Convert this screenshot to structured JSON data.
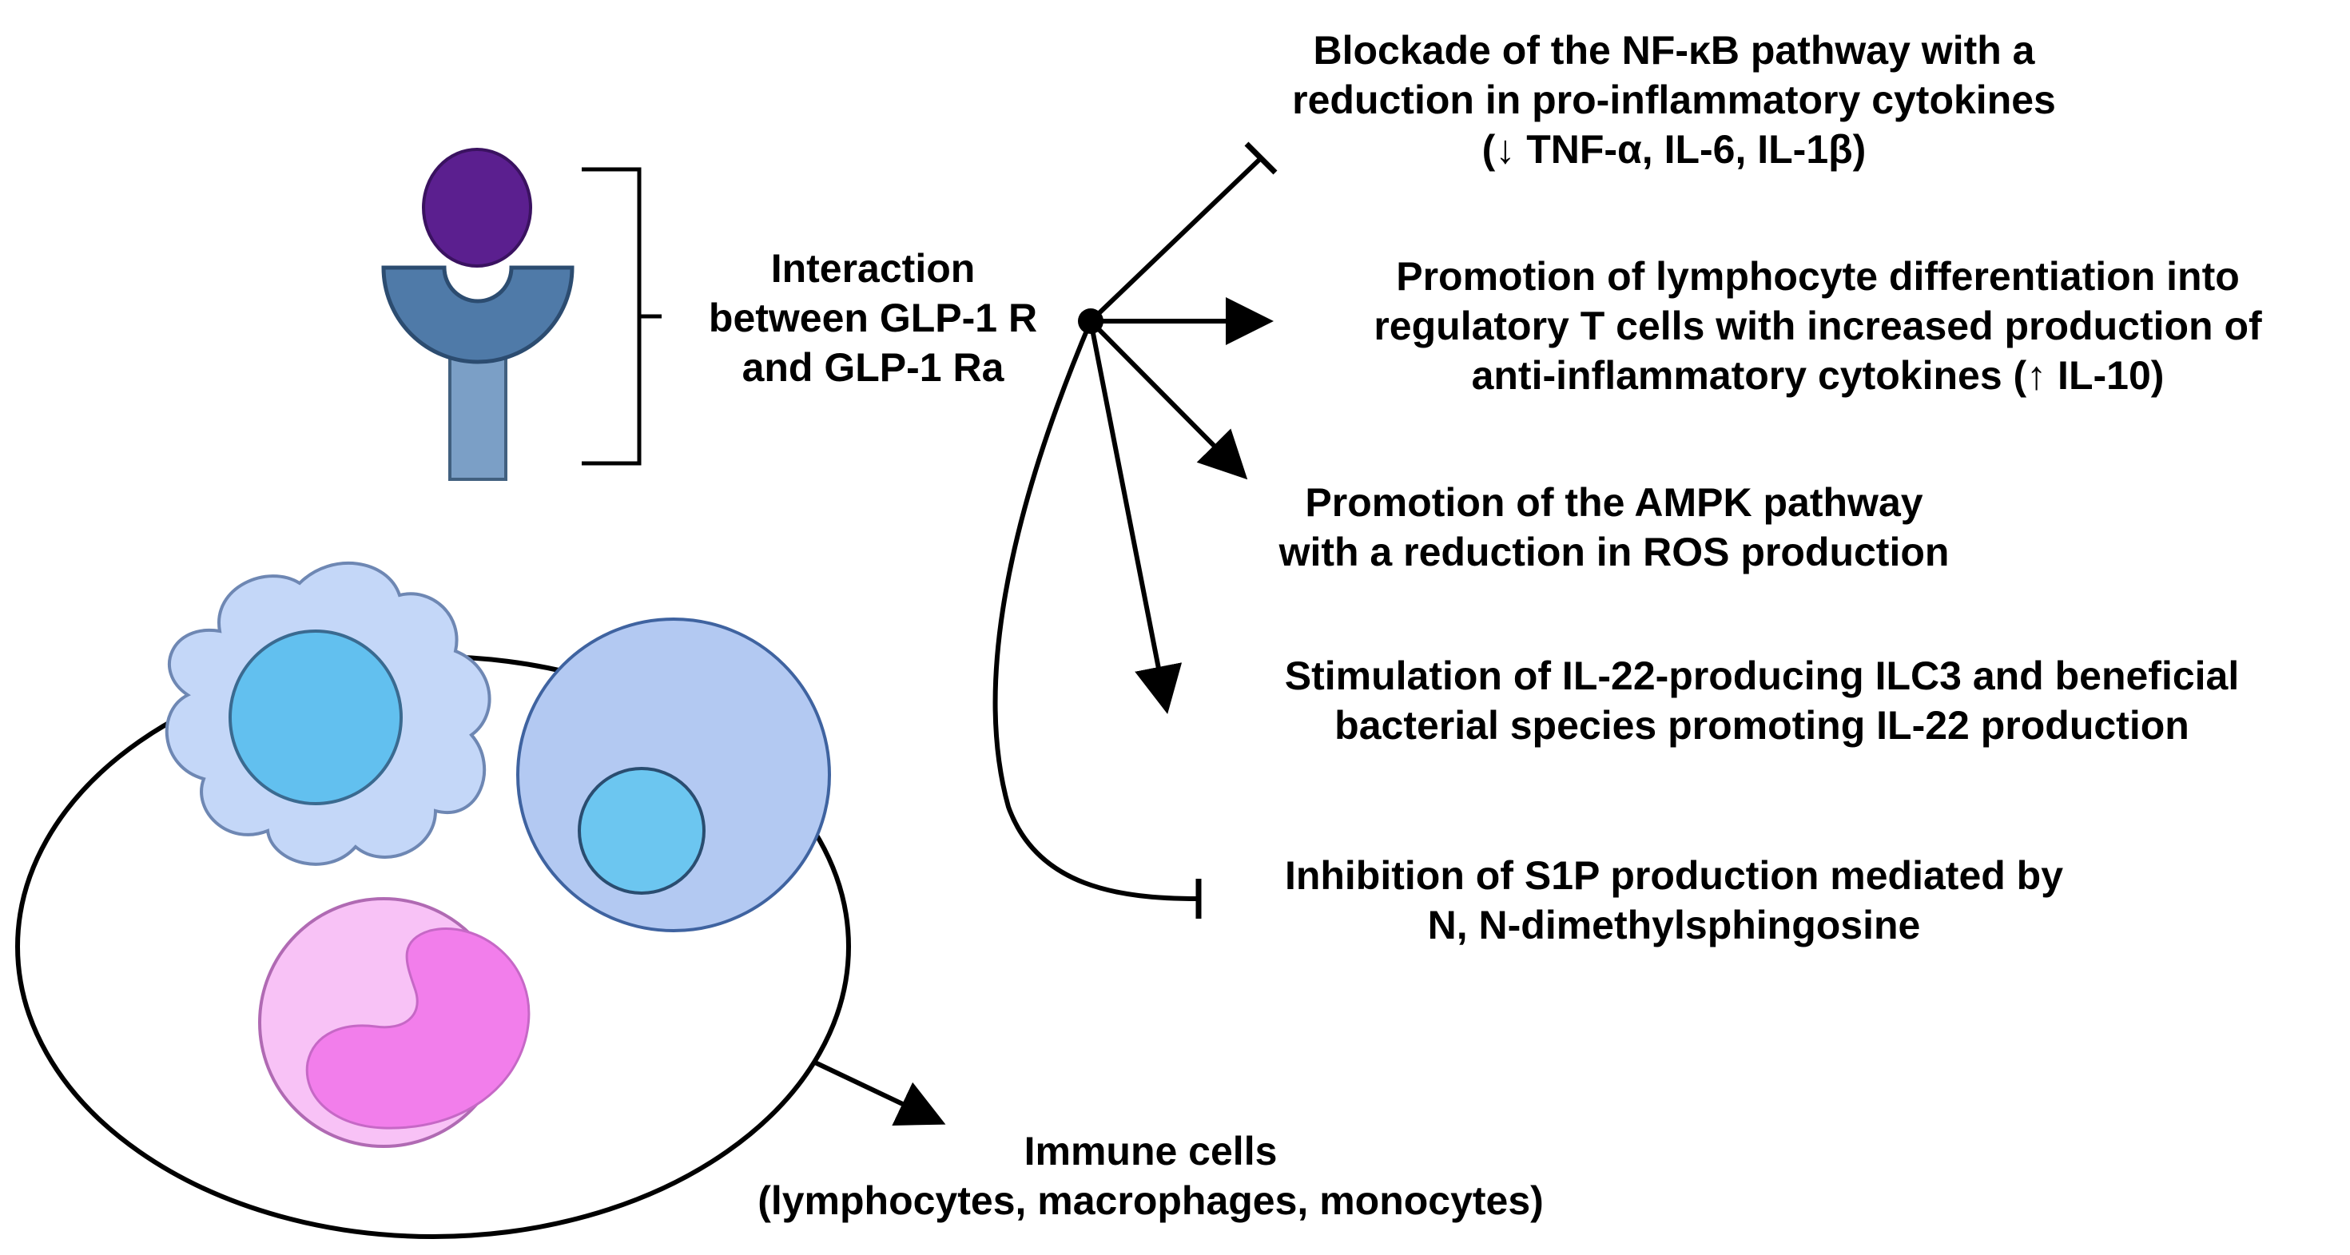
{
  "receptor": {
    "label_lines": [
      "Interaction",
      "between GLP-1 R",
      "and GLP-1 Ra"
    ],
    "ligand_color": "#5b1f8f",
    "receptor_color": "#4f7aa8",
    "stem_color": "#7b9fc6"
  },
  "effects": [
    {
      "type": "inhibition",
      "lines": [
        "Blockade of the NF-κB pathway with a",
        "reduction in pro-inflammatory cytokines",
        "(↓ TNF-α, IL-6, IL-1β)"
      ]
    },
    {
      "type": "activation",
      "lines": [
        "Promotion of lymphocyte differentiation into",
        "regulatory T cells with increased production of",
        "anti-inflammatory cytokines (↑ IL-10)"
      ]
    },
    {
      "type": "activation",
      "lines": [
        "Promotion of the AMPK pathway",
        "with a reduction in ROS production"
      ]
    },
    {
      "type": "activation",
      "lines": [
        "Stimulation of IL-22-producing ILC3 and beneficial",
        "bacterial species promoting IL-22 production"
      ]
    },
    {
      "type": "inhibition",
      "lines": [
        "Inhibition of S1P production mediated by",
        "N, N-dimethylsphingosine"
      ]
    }
  ],
  "immune_cells": {
    "label_lines": [
      "Immune cells",
      "(lymphocytes, macrophages, monocytes)"
    ],
    "macrophage_color": "#c4d7f8",
    "macrophage_nucleus_color": "#62c0ef",
    "lymphocyte_color": "#b3c9f2",
    "lymphocyte_nucleus_color": "#6cc6f0",
    "monocyte_color": "#f8c2f6",
    "monocyte_nucleus_color": "#f27eeb"
  }
}
